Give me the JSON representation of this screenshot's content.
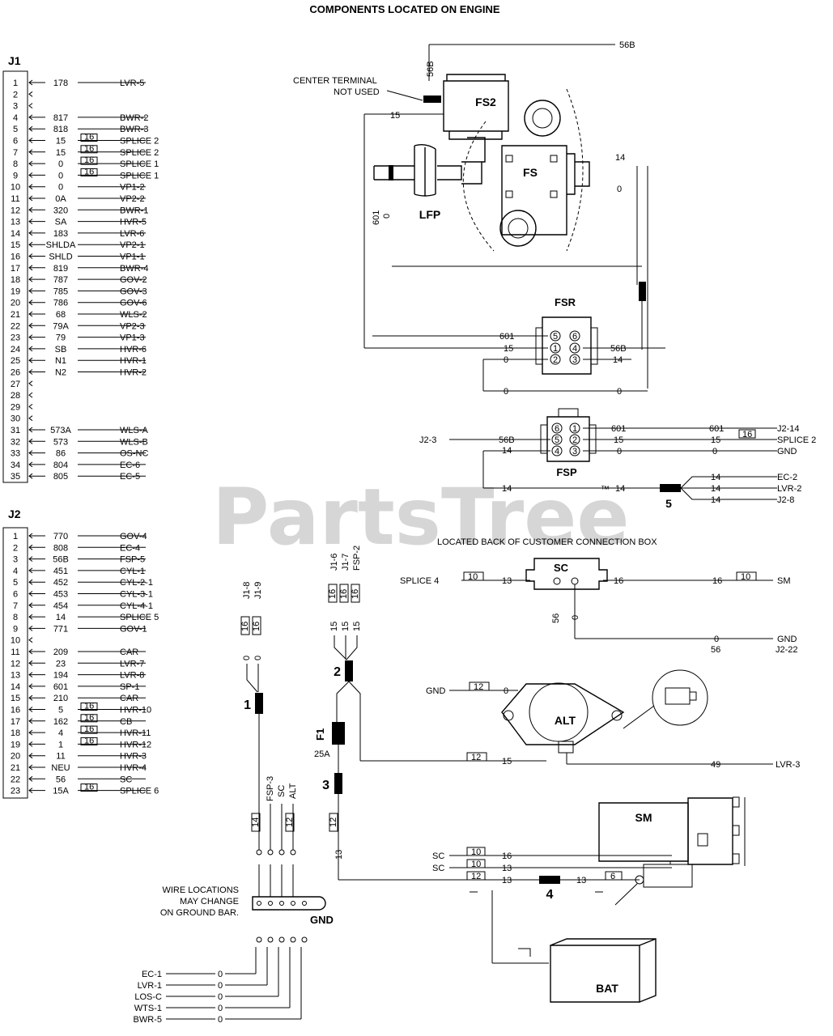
{
  "title": "COMPONENTS LOCATED ON ENGINE",
  "watermark": "PartsTree",
  "watermark_tm": "™",
  "j1": {
    "label": "J1",
    "rows": [
      {
        "pin": "1",
        "wire": "178",
        "dest": "LVR-5"
      },
      {
        "pin": "2",
        "wire": "",
        "dest": ""
      },
      {
        "pin": "3",
        "wire": "",
        "dest": ""
      },
      {
        "pin": "4",
        "wire": "817",
        "dest": "BWR-2"
      },
      {
        "pin": "5",
        "wire": "818",
        "dest": "BWR-3"
      },
      {
        "pin": "6",
        "wire": "15",
        "dest": "SPLICE 2",
        "gauge": "16"
      },
      {
        "pin": "7",
        "wire": "15",
        "dest": "SPLICE 2",
        "gauge": "16"
      },
      {
        "pin": "8",
        "wire": "0",
        "dest": "SPLICE 1",
        "gauge": "16"
      },
      {
        "pin": "9",
        "wire": "0",
        "dest": "SPLICE 1",
        "gauge": "16"
      },
      {
        "pin": "10",
        "wire": "0",
        "dest": "VP1-2"
      },
      {
        "pin": "11",
        "wire": "0A",
        "dest": "VP2-2"
      },
      {
        "pin": "12",
        "wire": "320",
        "dest": "BWR-1"
      },
      {
        "pin": "13",
        "wire": "SA",
        "dest": "HVR-5"
      },
      {
        "pin": "14",
        "wire": "183",
        "dest": "LVR-6"
      },
      {
        "pin": "15",
        "wire": "SHLDA",
        "dest": "VP2-1"
      },
      {
        "pin": "16",
        "wire": "SHLD",
        "dest": "VP1-1"
      },
      {
        "pin": "17",
        "wire": "819",
        "dest": "BWR-4"
      },
      {
        "pin": "18",
        "wire": "787",
        "dest": "GOV-2"
      },
      {
        "pin": "19",
        "wire": "785",
        "dest": "GOV-3"
      },
      {
        "pin": "20",
        "wire": "786",
        "dest": "GOV-6"
      },
      {
        "pin": "21",
        "wire": "68",
        "dest": "WLS-2"
      },
      {
        "pin": "22",
        "wire": "79A",
        "dest": "VP2-3"
      },
      {
        "pin": "23",
        "wire": "79",
        "dest": "VP1-3"
      },
      {
        "pin": "24",
        "wire": "SB",
        "dest": "HVR-6"
      },
      {
        "pin": "25",
        "wire": "N1",
        "dest": "HVR-1"
      },
      {
        "pin": "26",
        "wire": "N2",
        "dest": "HVR-2"
      },
      {
        "pin": "27",
        "wire": "",
        "dest": ""
      },
      {
        "pin": "28",
        "wire": "",
        "dest": ""
      },
      {
        "pin": "29",
        "wire": "",
        "dest": ""
      },
      {
        "pin": "30",
        "wire": "",
        "dest": ""
      },
      {
        "pin": "31",
        "wire": "573A",
        "dest": "WLS-A"
      },
      {
        "pin": "32",
        "wire": "573",
        "dest": "WLS-B"
      },
      {
        "pin": "33",
        "wire": "86",
        "dest": "OS-NC"
      },
      {
        "pin": "34",
        "wire": "804",
        "dest": "EC-6"
      },
      {
        "pin": "35",
        "wire": "805",
        "dest": "EC-5"
      }
    ]
  },
  "j2": {
    "label": "J2",
    "rows": [
      {
        "pin": "1",
        "wire": "770",
        "dest": "GOV-4"
      },
      {
        "pin": "2",
        "wire": "808",
        "dest": "EC-4"
      },
      {
        "pin": "3",
        "wire": "56B",
        "dest": "FSP-5"
      },
      {
        "pin": "4",
        "wire": "451",
        "dest": "CYL-1"
      },
      {
        "pin": "5",
        "wire": "452",
        "dest": "CYL-2-1"
      },
      {
        "pin": "6",
        "wire": "453",
        "dest": "CYL-3-1"
      },
      {
        "pin": "7",
        "wire": "454",
        "dest": "CYL-4-1"
      },
      {
        "pin": "8",
        "wire": "14",
        "dest": "SPLICE 5"
      },
      {
        "pin": "9",
        "wire": "771",
        "dest": "GOV-1"
      },
      {
        "pin": "10",
        "wire": "",
        "dest": ""
      },
      {
        "pin": "11",
        "wire": "209",
        "dest": "CAR"
      },
      {
        "pin": "12",
        "wire": "23",
        "dest": "LVR-7"
      },
      {
        "pin": "13",
        "wire": "194",
        "dest": "LVR-8"
      },
      {
        "pin": "14",
        "wire": "601",
        "dest": "SP-1"
      },
      {
        "pin": "15",
        "wire": "210",
        "dest": "CAR"
      },
      {
        "pin": "16",
        "wire": "5",
        "dest": "HVR-10",
        "gauge": "16"
      },
      {
        "pin": "17",
        "wire": "162",
        "dest": "CB",
        "gauge": "16"
      },
      {
        "pin": "18",
        "wire": "4",
        "dest": "HVR-11",
        "gauge": "16"
      },
      {
        "pin": "19",
        "wire": "1",
        "dest": "HVR-12",
        "gauge": "16"
      },
      {
        "pin": "20",
        "wire": "11",
        "dest": "HVR-3"
      },
      {
        "pin": "21",
        "wire": "NEU",
        "dest": "HVR-4"
      },
      {
        "pin": "22",
        "wire": "56",
        "dest": "SC"
      },
      {
        "pin": "23",
        "wire": "15A",
        "dest": "SPLICE 6",
        "gauge": "16"
      }
    ]
  },
  "components": {
    "fs2": "FS2",
    "fs": "FS",
    "lfp": "LFP",
    "fsr": "FSR",
    "fsp": "FSP",
    "sc": "SC",
    "alt": "ALT",
    "sm": "SM",
    "bat": "BAT",
    "gnd": "GND",
    "f1": "F1",
    "f1_rating": "25A"
  },
  "splices": [
    "1",
    "2",
    "3",
    "4",
    "5"
  ],
  "notes": {
    "center_terminal_1": "CENTER TERMINAL",
    "center_terminal_2": "NOT USED",
    "located_back": "LOCATED BACK OF CUSTOMER CONNECTION BOX",
    "wire_loc_1": "WIRE LOCATIONS",
    "wire_loc_2": "MAY CHANGE",
    "wire_loc_3": "ON GROUND BAR."
  },
  "fs_wires": {
    "w56b_top": "56B",
    "w56b_vert": "56B",
    "w15": "15",
    "w14": "14",
    "w0": "0",
    "w601": "601",
    "w0b": "0"
  },
  "fsr_wires": {
    "l601": "601",
    "l15": "15",
    "l0": "0",
    "r56b": "56B",
    "r14": "14",
    "bot_l0": "0",
    "bot_r0": "0",
    "pins": [
      "1",
      "2",
      "3",
      "4",
      "5",
      "6"
    ]
  },
  "fsp_wires": {
    "j2_3": "J2-3",
    "l56b": "56B",
    "l14": "14",
    "r601": "601",
    "r15": "15",
    "r0": "0",
    "far601": "601",
    "far15": "15",
    "far0": "0",
    "dst_j2_14": "J2-14",
    "dst_splice2": "SPLICE 2",
    "dst_gnd": "GND",
    "gauge16": "16",
    "bot14a": "14",
    "bot14b": "14",
    "s5_14a": "14",
    "s5_14b": "14",
    "s5_14c": "14",
    "dst_ec2": "EC-2",
    "dst_lvr2": "LVR-2",
    "dst_j28": "J2-8",
    "pins": [
      "1",
      "2",
      "3",
      "4",
      "5",
      "6"
    ]
  },
  "sc_wires": {
    "splice4": "SPLICE 4",
    "g10a": "10",
    "w13": "13",
    "w16a": "16",
    "w16b": "16",
    "g10b": "10",
    "sm": "SM",
    "v56": "56",
    "v0": "0",
    "w0": "0",
    "w56": "56",
    "gnd": "GND",
    "j2_22": "J2-22"
  },
  "alt_wires": {
    "gnd": "GND",
    "g12a": "12",
    "w0": "0",
    "g12b": "12",
    "w15": "15",
    "w49": "49",
    "lvr3": "LVR-3"
  },
  "mid_wires": {
    "j1_8": "J1-8",
    "j1_9": "J1-9",
    "g16a": "16",
    "g16b": "16",
    "c0a": "0",
    "c0b": "0",
    "j1_6": "J1-6",
    "j1_7": "J1-7",
    "fsp_2": "FSP-2",
    "g16c": "16",
    "g16d": "16",
    "g16e": "16",
    "c15a": "15",
    "c15b": "15",
    "c15c": "15",
    "fsp3": "FSP-3",
    "sc": "SC",
    "alt": "ALT",
    "g14": "14",
    "g12a": "12",
    "g12b": "12",
    "w13": "13"
  },
  "sm_wires": {
    "sc1": "SC",
    "sc2": "SC",
    "g10a": "10",
    "g10b": "10",
    "g12": "12",
    "w16": "16",
    "w13a": "13",
    "w13b": "13",
    "w13c": "13",
    "g6": "6"
  },
  "gnd_list": [
    {
      "dest": "EC-1",
      "wire": "0"
    },
    {
      "dest": "LVR-1",
      "wire": "0"
    },
    {
      "dest": "LOS-C",
      "wire": "0"
    },
    {
      "dest": "WTS-1",
      "wire": "0"
    },
    {
      "dest": "BWR-5",
      "wire": "0"
    }
  ]
}
